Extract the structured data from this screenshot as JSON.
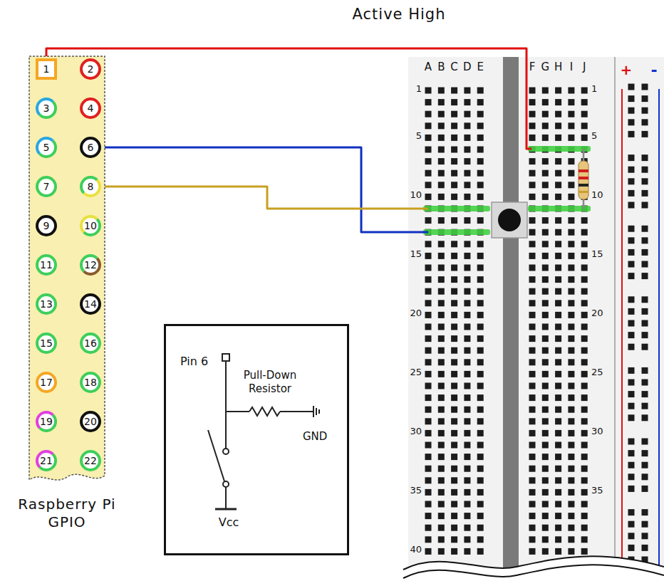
{
  "diagram": {
    "title": "Active High",
    "nodes": [
      {
        "text": [
          "Raspberry Pi GPIO"
        ]
      },
      {
        "text": [
          "1"
        ],
        "in": 0
      },
      {
        "text": [
          "2"
        ],
        "in": 0
      },
      {
        "text": [
          "3"
        ],
        "in": 0
      },
      {
        "text": [
          "4"
        ],
        "in": 0
      },
      {
        "text": [
          "5"
        ],
        "in": 0
      },
      {
        "text": [
          "6"
        ],
        "in": 0
      },
      {
        "text": [
          "7"
        ],
        "in": 0
      },
      {
        "text": [
          "8"
        ],
        "in": 0
      },
      {
        "text": [
          "9"
        ],
        "in": 0
      },
      {
        "text": [
          "10"
        ],
        "in": 0
      },
      {
        "text": [
          "11"
        ],
        "in": 0
      },
      {
        "text": [
          "12"
        ],
        "in": 0
      },
      {
        "text": [
          "13"
        ],
        "in": 0
      },
      {
        "text": [
          "14"
        ],
        "in": 0
      },
      {
        "text": [
          "15"
        ],
        "in": 0
      },
      {
        "text": [
          "16"
        ],
        "in": 0
      },
      {
        "text": [
          "17"
        ],
        "in": 0
      },
      {
        "text": [
          "18"
        ],
        "in": 0
      },
      {
        "text": [
          "19"
        ],
        "in": 0
      },
      {
        "text": [
          "20"
        ],
        "in": 0
      },
      {
        "text": [
          "21"
        ],
        "in": 0
      },
      {
        "text": [
          "22"
        ],
        "in": 0
      },
      {
        "text": [
          "Pin 6",
          "Pull-Down Resistor",
          "GND",
          "Vcc"
        ]
      }
    ],
    "labels": [
      "A",
      "B",
      "C",
      "D",
      "E",
      "F",
      "G",
      "H",
      "I",
      "J",
      "1",
      "5",
      "10",
      "15",
      "20",
      "25",
      "30",
      "35",
      "40",
      "1",
      "5",
      "10",
      "15",
      "20",
      "25",
      "30",
      "35",
      "+",
      "-"
    ]
  }
}
